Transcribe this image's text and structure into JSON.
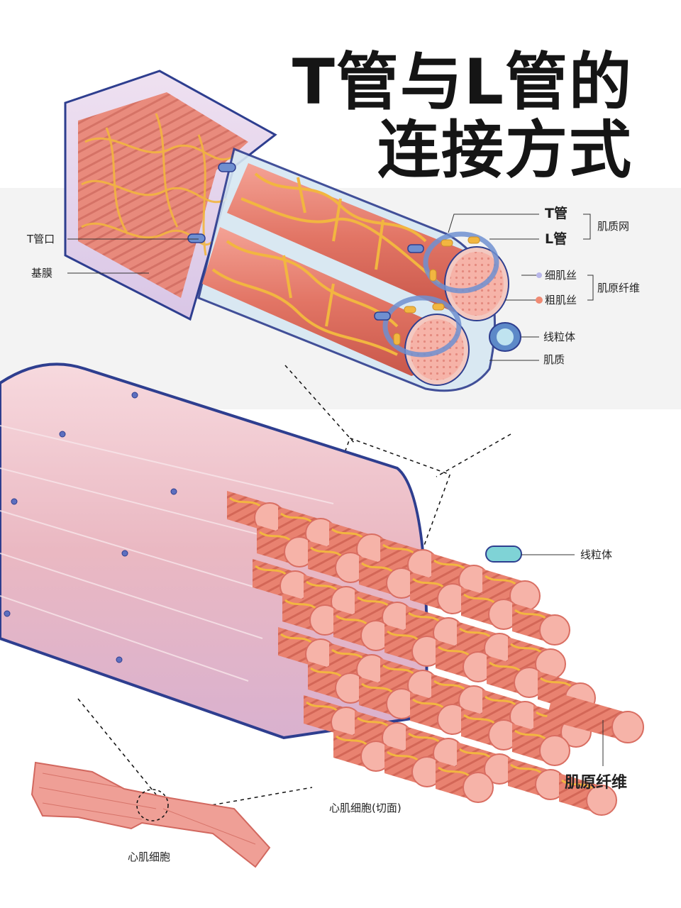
{
  "title": {
    "line1": "T管与L管的",
    "line2": "连接方式"
  },
  "labels": {
    "t_tube_opening": "T管口",
    "basement_membrane": "基膜",
    "t_tube": "T管",
    "l_tube": "L管",
    "sarcoplasmic_reticulum": "肌质网",
    "thin_filament": "细肌丝",
    "thick_filament": "粗肌丝",
    "myofibril": "肌原纤维",
    "mitochondria": "线粒体",
    "sarcoplasm": "肌质",
    "mitochondria_lower": "线粒体",
    "myofibril_lower": "肌原纤维",
    "cardiac_cell_section": "心肌细胞(切面)",
    "cardiac_cell": "心肌细胞"
  },
  "colors": {
    "fiber": "#e98a7c",
    "fiber_end": "#f4b0a6",
    "reticulum": "#f2b640",
    "membrane": "#2e3e8f",
    "t_tube": "#6f8fd0",
    "mitochondria": "#7fd3d6"
  }
}
